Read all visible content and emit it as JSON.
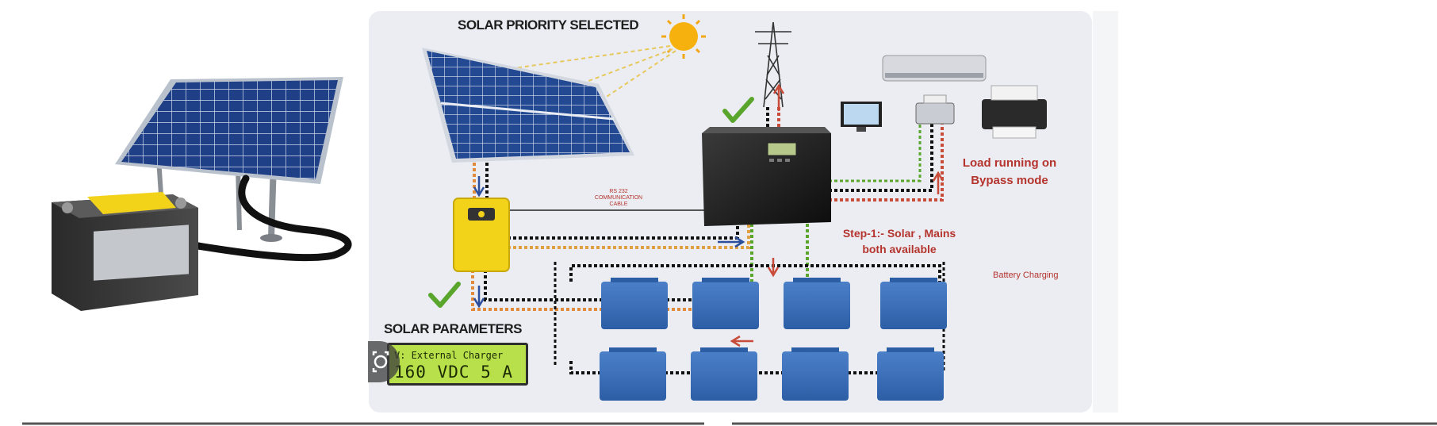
{
  "diagram": {
    "header": "SOLAR PRIORITY SELECTED",
    "cable_label_line1": "RS 232",
    "cable_label_line2": "COMMUNICATION",
    "cable_label_line3": "CABLE",
    "load_label_line1": "Load running on",
    "load_label_line2": "Bypass mode",
    "step_label_line1": "Step-1:- Solar , Mains",
    "step_label_line2": "both available",
    "battery_label": "Battery Charging",
    "parameters_header": "SOLAR PARAMETERS",
    "lcd_line1": "V: External Charger",
    "lcd_line2": "160 VDC  5 A"
  },
  "colors": {
    "panel_blue": "#1f3f86",
    "battery_blue": "#3b6fb8",
    "inverter_black": "#1a1a1a",
    "charger_yellow": "#f3d21a",
    "accent_red": "#b5342d",
    "check_green": "#5aa62c",
    "sun_orange": "#f3a81a"
  }
}
